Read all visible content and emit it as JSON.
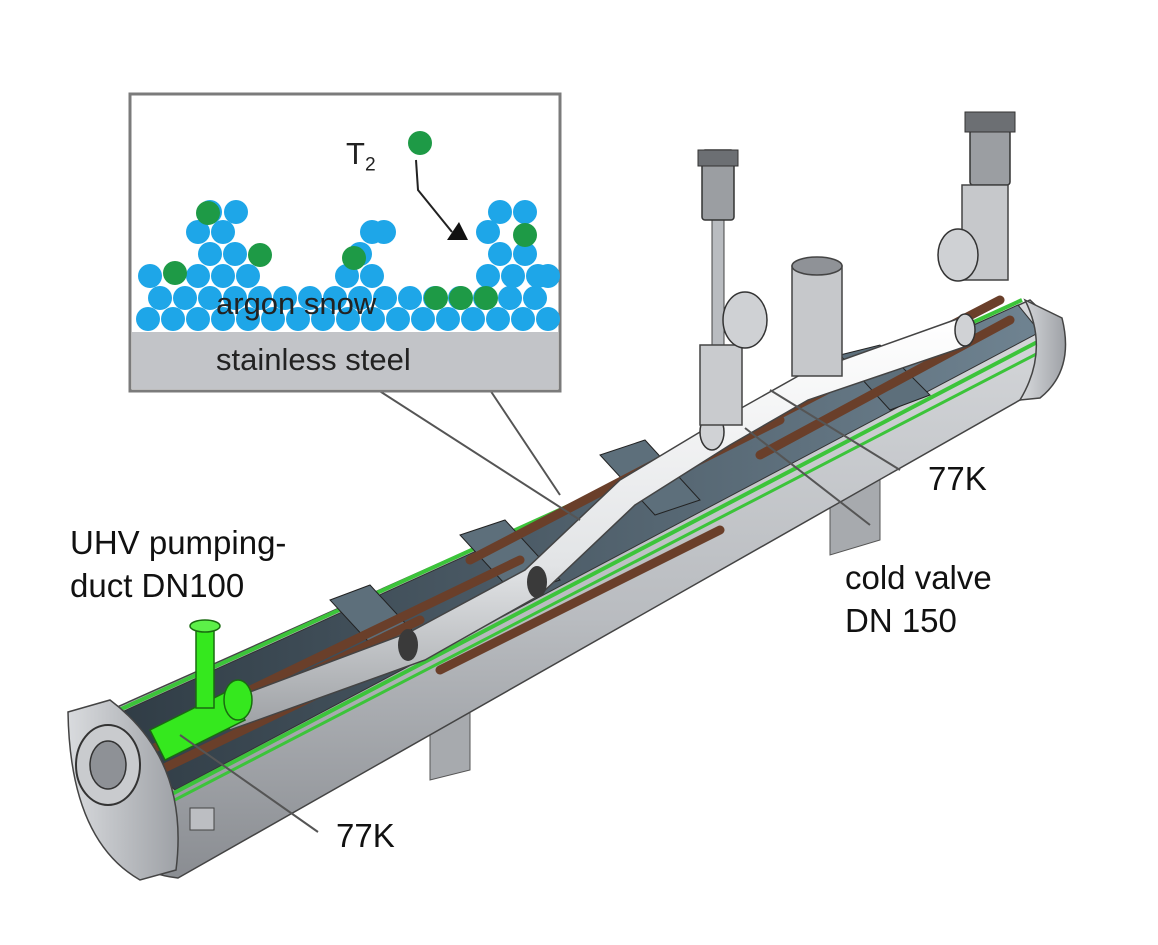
{
  "inset": {
    "molecule_symbol": "T",
    "molecule_subscript": "2",
    "layer_label": "argon snow",
    "substrate_label": "stainless steel"
  },
  "labels": {
    "pumping_duct_line1": "UHV pumping-",
    "pumping_duct_line2": "duct DN100",
    "temp_left": "77K",
    "temp_right": "77K",
    "valve_line1": "cold valve",
    "valve_line2": "DN 150"
  },
  "colors": {
    "argon_atom": "#1ea6e8",
    "tritium_atom": "#1e9a46",
    "substrate": "#c2c4c8",
    "vessel_body": "#bcbec2",
    "vessel_shadow": "#8f9297",
    "liner": "#3f4d57",
    "shield_green": "#3cc43a",
    "baffle_copper": "#7a4b33",
    "beam_tube": "#e6e8ea",
    "pumping_duct": "#35e81e"
  }
}
